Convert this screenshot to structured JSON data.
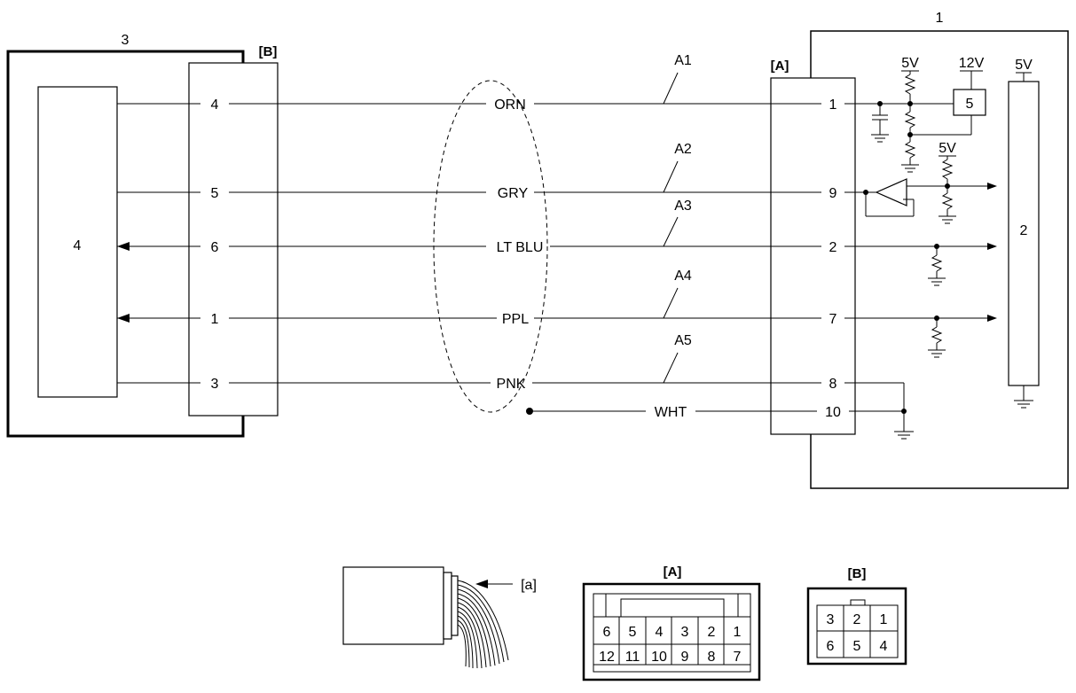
{
  "components": {
    "ecu_number": "1",
    "ecu_internal_bus_number": "2",
    "sensor_number": "3",
    "sensor_internal_number": "4",
    "relay_number": "5"
  },
  "connectors": {
    "a_label": "[A]",
    "b_label": "[B]"
  },
  "supply_labels": {
    "v5_top": "5V",
    "v12": "12V",
    "v5_bus": "5V",
    "v5_mid": "5V"
  },
  "wires": [
    {
      "b_pin": "4",
      "color": "ORN",
      "id": "A1",
      "a_pin": "1"
    },
    {
      "b_pin": "5",
      "color": "GRY",
      "id": "A2",
      "a_pin": "9"
    },
    {
      "b_pin": "6",
      "color": "LT BLU",
      "id": "A3",
      "a_pin": "2"
    },
    {
      "b_pin": "1",
      "color": "PPL",
      "id": "A4",
      "a_pin": "7"
    },
    {
      "b_pin": "3",
      "color": "PNK",
      "id": "A5",
      "a_pin": "8"
    }
  ],
  "shield_wire": {
    "color": "WHT",
    "a_pin": "10"
  },
  "connector_view": {
    "arrow_label": "[a]",
    "a_title": "[A]",
    "a_row1": [
      "6",
      "5",
      "4",
      "3",
      "2",
      "1"
    ],
    "a_row2": [
      "12",
      "11",
      "10",
      "9",
      "8",
      "7"
    ],
    "b_title": "[B]",
    "b_row1": [
      "3",
      "2",
      "1"
    ],
    "b_row2": [
      "6",
      "5",
      "4"
    ]
  }
}
